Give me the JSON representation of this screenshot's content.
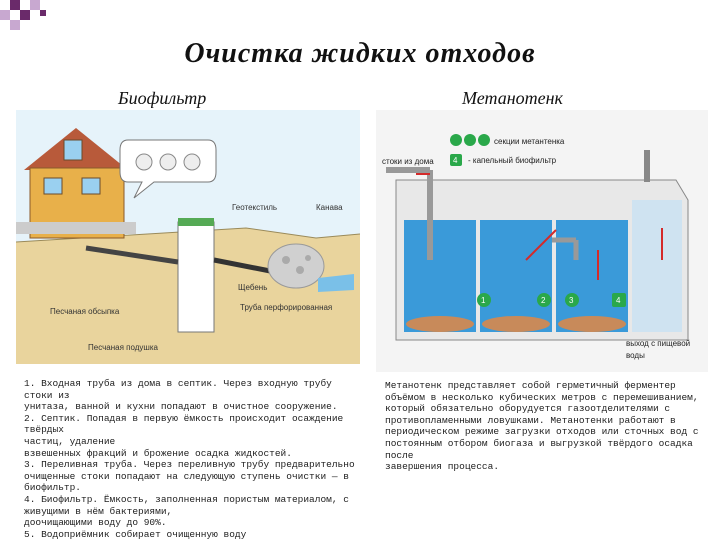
{
  "page": {
    "title": "Очистка жидких отходов"
  },
  "left": {
    "heading": "Биофильтр",
    "labels": {
      "geotextile": "Геотекстиль",
      "ditch": "Канава",
      "gravel": "Щебень",
      "sand_fill": "Песчаная обсыпка",
      "perforated_pipe": "Труба перфорированная",
      "sand_cushion": "Песчаная подушка"
    },
    "description": [
      "1. Входная труба из дома в септик. Через входную трубу стоки из",
      "унитаза, ванной и кухни попадают в очистное сооружение.",
      "2. Септик. Попадая в первую ёмкость происходит осаждение твёрдых",
      "частиц, удаление",
      "взвешенных фракций и брожение осадка жидкостей.",
      "3. Переливная труба. Через переливную трубу предварительно",
      "очищенные стоки попадают на следующую ступень очистки — в",
      "биофильтр.",
      "4. Биофильтр. Ёмкость, заполненная пористым материалом, с",
      "живущими в нём бактериями,",
      "доочищающими воду до 90%.",
      "5. Водоприёмник собирает очищенную воду"
    ]
  },
  "right": {
    "heading": "Метанотенк",
    "legend": {
      "nums_123": "секции метантенка",
      "num_4": "4",
      "num_4_text": "- капельный биофильтр",
      "n1": "1",
      "n2": "2",
      "n3": "3"
    },
    "labels": {
      "inlet": "стоки из дома",
      "outlet_line1": "выход с пищевой",
      "outlet_line2": "воды"
    },
    "description": [
      "Метанотенк представляет собой герметичный ферментер",
      "объёмом в несколько кубических метров с перемешиванием,",
      "который обязательно оборудуется газоотделителями с",
      "противопламенными ловушками. Метанотенки работают в",
      "периодическом режиме загрузки отходов или сточных вод с",
      "постоянным отбором биогаза и выгрузкой твёрдого осадка после",
      "завершения процесса."
    ]
  },
  "colors": {
    "title_accent": "#111111",
    "corner_purple": "#6a2a6a",
    "sky": "#d9eef8",
    "ground": "#e8d29a",
    "water": "#3a9ad9",
    "arrow_red": "#d42a2a",
    "num_green": "#2aa84a"
  }
}
